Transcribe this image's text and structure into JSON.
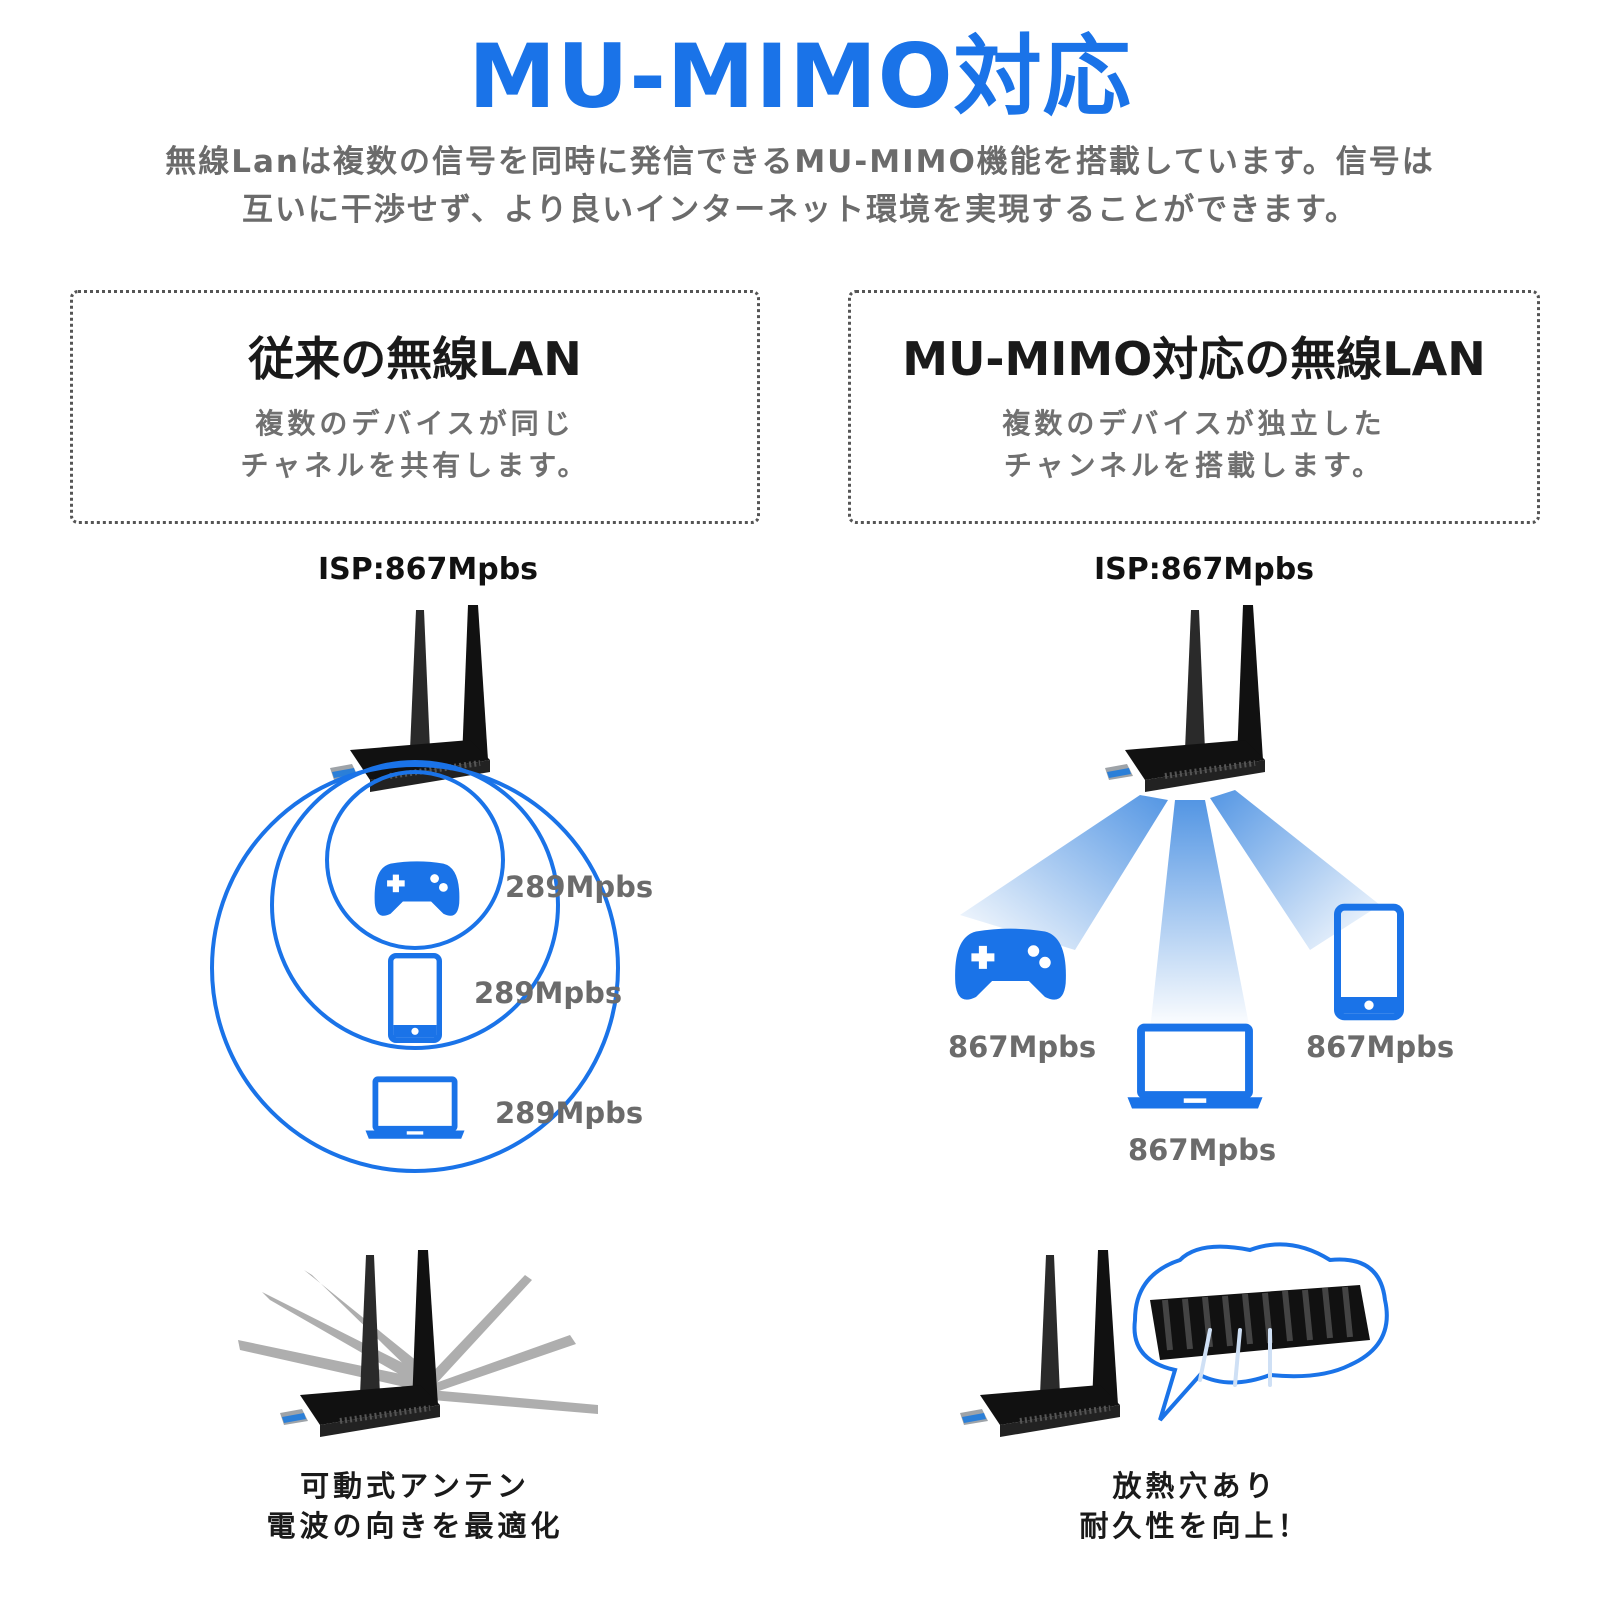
{
  "header": {
    "title": "MU-MIMO対応",
    "intro_line1": "無線Lanは複数の信号を同時に発信できるMU-MIMO機能を搭載しています。信号は",
    "intro_line2": "互いに干渉せず、より良いインターネット環境を実現することができます。"
  },
  "left_box": {
    "title": "従来の無線LAN",
    "desc_line1": "複数のデバイスが同じ",
    "desc_line2": "チャネルを共有します。"
  },
  "right_box": {
    "title": "MU-MIMO対応の無線LAN",
    "desc_line1": "複数のデバイスが独立した",
    "desc_line2": "チャンネルを搭載します。"
  },
  "left_diagram": {
    "isp_label": "ISP:867Mpbs",
    "devices": [
      {
        "icon": "gamepad-icon",
        "speed": "289Mpbs"
      },
      {
        "icon": "phone-icon",
        "speed": "289Mpbs"
      },
      {
        "icon": "laptop-icon",
        "speed": "289Mpbs"
      }
    ]
  },
  "right_diagram": {
    "isp_label": "ISP:867Mpbs",
    "devices": [
      {
        "icon": "gamepad-icon",
        "speed": "867Mpbs"
      },
      {
        "icon": "laptop-icon",
        "speed": "867Mpbs"
      },
      {
        "icon": "phone-icon",
        "speed": "867Mpbs"
      }
    ]
  },
  "features": {
    "left_line1": "可動式アンテン",
    "left_line2": "電波の向きを最適化",
    "right_line1": "放熱穴あり",
    "right_line2": "耐久性を向上！"
  },
  "colors": {
    "accent": "#1a73e8",
    "adapter": "#1c1c1c",
    "usb": "#2b7fd8"
  }
}
